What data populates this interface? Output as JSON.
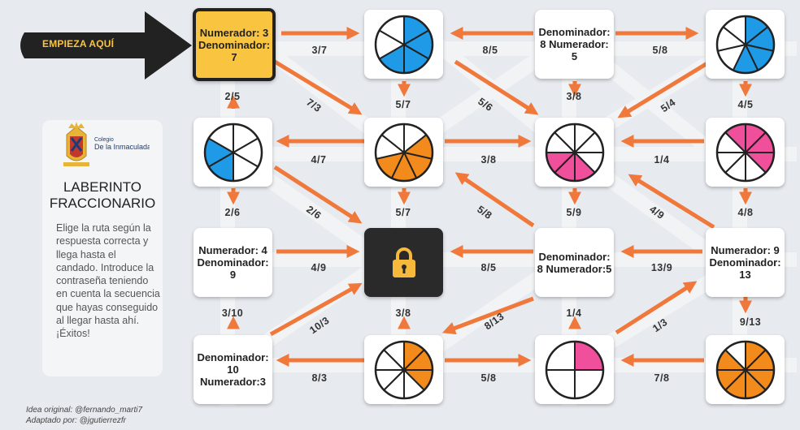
{
  "start_label": "EMPIEZA AQUÍ",
  "panel": {
    "title_line1": "LABERINTO",
    "title_line2": "FRACCIONARIO",
    "description": "Elige la ruta según la respuesta correcta y llega hasta el candado. Introduce la contraseña teniendo en cuenta la secuencia que hayas conseguido al llegar hasta ahí. ¡Éxitos!",
    "logo_text": "Colegio De la Inmaculada"
  },
  "credits": {
    "line1": "Idea original: @fernando_marti7",
    "line2": "Adaptado por: @jgutierrezfr"
  },
  "colors": {
    "arrow": "#f0783a",
    "blue": "#1e9ae6",
    "orange": "#f38b1c",
    "pink": "#ef4f9b",
    "start": "#f9c540",
    "lock_bg": "#2a2a2a",
    "lock": "#f6b93b"
  },
  "cards": {
    "c1": {
      "text": "Numerador: 3 Denominador: 7"
    },
    "c2": {
      "pie": {
        "slices": 6,
        "filled": [
          0,
          1,
          2,
          3
        ],
        "color": "blue"
      }
    },
    "c3": {
      "text": "Denominador: 8 Numerador: 5"
    },
    "c4": {
      "pie": {
        "slices": 7,
        "filled": [
          0,
          1,
          2,
          3
        ],
        "color": "blue"
      }
    },
    "c5": {
      "pie": {
        "slices": 6,
        "filled": [
          3,
          4
        ],
        "color": "blue"
      }
    },
    "c6": {
      "pie": {
        "slices": 7,
        "filled": [
          1,
          2,
          3,
          4
        ],
        "color": "orange"
      }
    },
    "c7": {
      "pie": {
        "slices": 8,
        "filled": [
          3,
          4,
          5
        ],
        "color": "pink"
      }
    },
    "c8": {
      "pie": {
        "slices": 8,
        "filled": [
          7,
          0,
          1,
          2
        ],
        "color": "pink"
      }
    },
    "c9": {
      "text": "Numerador: 4 Denominador: 9"
    },
    "c10": {
      "lock": "lock-icon"
    },
    "c11": {
      "text": "Denominador: 8 Numerador:5"
    },
    "c12": {
      "text": "Numerador: 9 Denominador: 13"
    },
    "c13": {
      "text": "Denominador: 10 Numerador:3"
    },
    "c14": {
      "pie": {
        "slices": 8,
        "filled": [
          0,
          1,
          2
        ],
        "color": "orange"
      }
    },
    "c15": {
      "pie": {
        "slices": 4,
        "filled": [
          0
        ],
        "color": "pink"
      }
    },
    "c16": {
      "pie": {
        "slices": 8,
        "filled": [
          0,
          1,
          2,
          3,
          4,
          5,
          6
        ],
        "color": "orange"
      }
    }
  },
  "labels": [
    "3/7",
    "8/5",
    "5/8",
    "2/5",
    "7/3",
    "5/7",
    "5/6",
    "3/8",
    "5/4",
    "4/5",
    "4/7",
    "3/8",
    "1/4",
    "2/6",
    "2/6",
    "5/7",
    "5/8",
    "5/9",
    "4/9",
    "4/8",
    "4/9",
    "8/5",
    "13/9",
    "3/10",
    "10/3",
    "3/8",
    "8/13",
    "1/4",
    "1/3",
    "9/13",
    "8/3",
    "5/8",
    "7/8"
  ]
}
